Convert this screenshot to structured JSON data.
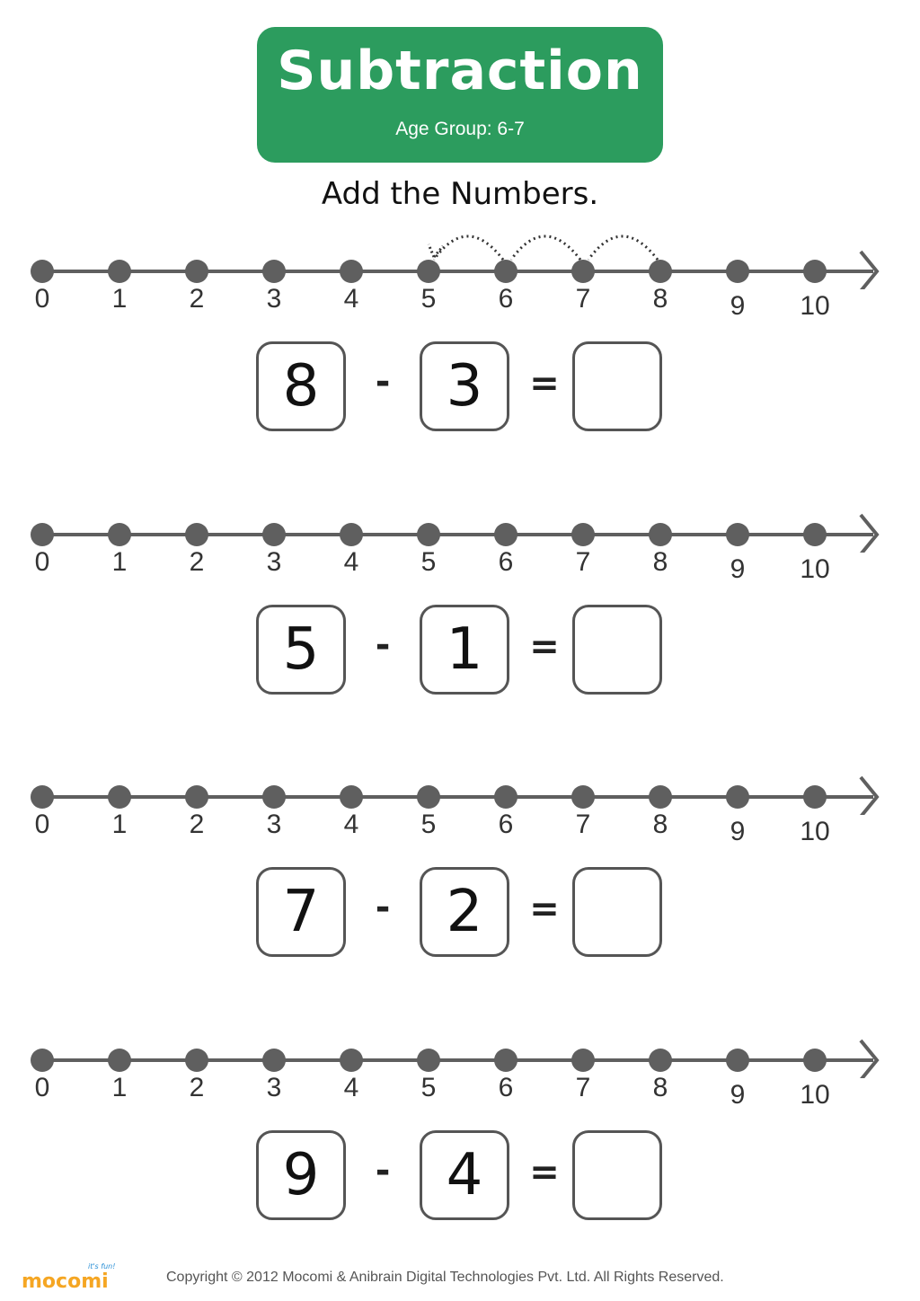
{
  "header": {
    "title": "Subtraction",
    "age_group": "Age Group: 6-7"
  },
  "instruction": "Add the Numbers.",
  "number_line_labels": [
    "0",
    "1",
    "2",
    "3",
    "4",
    "5",
    "6",
    "7",
    "8",
    "9",
    "10"
  ],
  "problems": [
    {
      "a": "8",
      "op": "-",
      "b": "3",
      "eq": "=",
      "answer": "",
      "hops_from": 8,
      "hops_to": 5
    },
    {
      "a": "5",
      "op": "-",
      "b": "1",
      "eq": "=",
      "answer": ""
    },
    {
      "a": "7",
      "op": "-",
      "b": "2",
      "eq": "=",
      "answer": ""
    },
    {
      "a": "9",
      "op": "-",
      "b": "4",
      "eq": "=",
      "answer": ""
    }
  ],
  "footer": {
    "copyright": "Copyright © 2012 Mocomi & Anibrain Digital Technologies Pvt. Ltd. All Rights Reserved.",
    "logo_text": "mocomi",
    "logo_tagline": "it's fun!"
  },
  "colors": {
    "header_bg": "#2c9c5e",
    "line": "#5f5f5f",
    "logo": "#f5a623"
  }
}
